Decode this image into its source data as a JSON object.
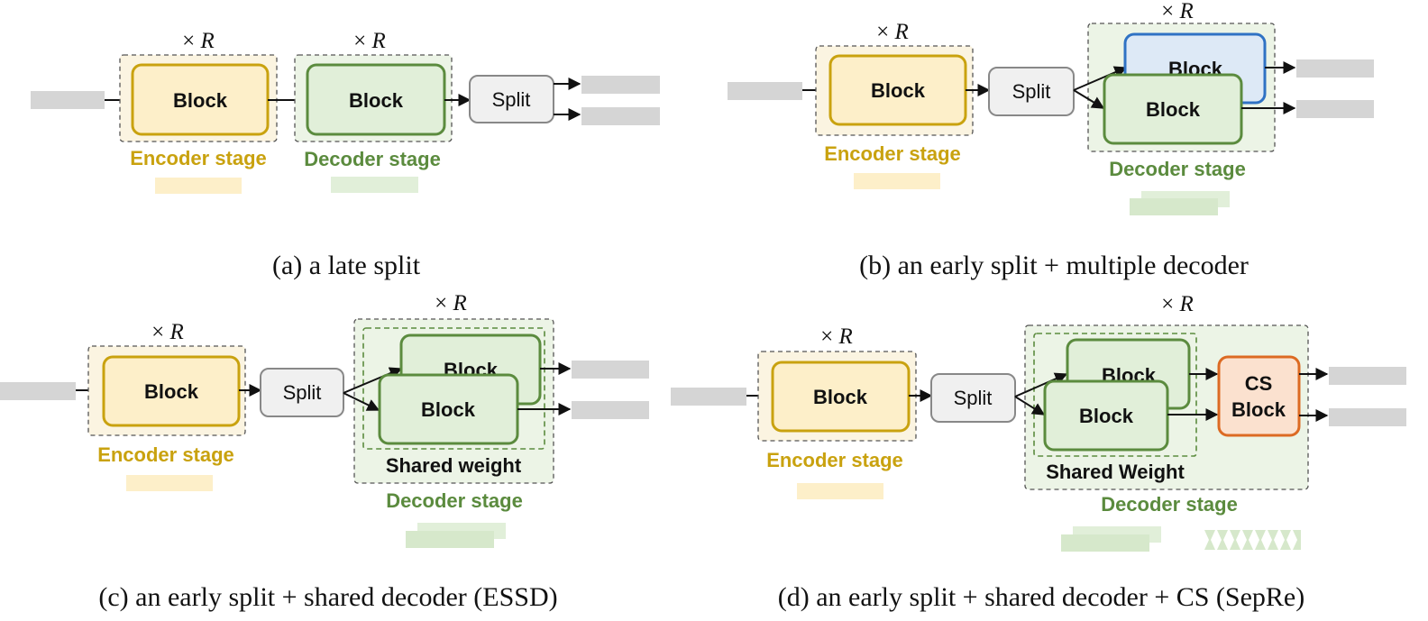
{
  "panels": [
    {
      "id": "a",
      "caption": "(a) a late split",
      "repeat_symbol": "×",
      "repeat_var": "R",
      "encoder_block": "Block",
      "decoder_block": "Block",
      "split_label": "Split",
      "encoder_stage": "Encoder stage",
      "decoder_stage": "Decoder stage"
    },
    {
      "id": "b",
      "caption": "(b) an early split + multiple decoder",
      "repeat_symbol": "×",
      "repeat_var": "R",
      "encoder_block": "Block",
      "decoder_block": "Block",
      "decoder_block_back": "Block",
      "split_label": "Split",
      "encoder_stage": "Encoder stage",
      "decoder_stage": "Decoder stage"
    },
    {
      "id": "c",
      "caption": "(c) an early split + shared decoder (ESSD)",
      "repeat_symbol": "×",
      "repeat_var": "R",
      "encoder_block": "Block",
      "decoder_block": "Block",
      "decoder_block_back": "Block",
      "split_label": "Split",
      "shared_label": "Shared weight",
      "encoder_stage": "Encoder stage",
      "decoder_stage": "Decoder stage"
    },
    {
      "id": "d",
      "caption": "(d) an early split + shared decoder + CS (SepRe)",
      "repeat_symbol": "×",
      "repeat_var": "R",
      "encoder_block": "Block",
      "decoder_block": "Block",
      "decoder_block_back": "Block",
      "split_label": "Split",
      "shared_label": "Shared Weight",
      "cs_line1": "CS",
      "cs_line2": "Block",
      "encoder_stage": "Encoder stage",
      "decoder_stage": "Decoder stage"
    }
  ],
  "colors": {
    "encoder_fill": "#fdefc9",
    "encoder_stroke": "#c9a20f",
    "decoder_fill": "#e1efd9",
    "decoder_stroke": "#5b8b3e",
    "multi_fill": "#dde9f6",
    "multi_stroke": "#2f72c4",
    "cs_fill": "#fbe1cf",
    "cs_stroke": "#dc6a23",
    "split_fill": "#f0f0f0",
    "split_stroke": "#888888",
    "gray_bar": "#d5d5d5"
  }
}
